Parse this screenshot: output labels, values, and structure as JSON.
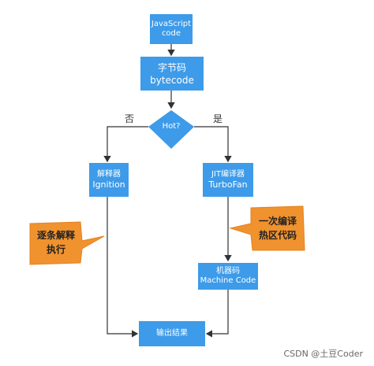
{
  "nodes": {
    "javascript": {
      "line1": "JavaScript",
      "line2": "code"
    },
    "bytecode": {
      "line1": "字节码",
      "line2": "bytecode"
    },
    "hot": {
      "label": "Hot?"
    },
    "interpreter": {
      "line1": "解释器",
      "line2": "Ignition"
    },
    "jit": {
      "line1": "JIT编译器",
      "line2": "TurboFan"
    },
    "machine_code": {
      "line1": "机器码",
      "line2": "Machine Code"
    },
    "output": {
      "label": "输出结果"
    }
  },
  "edge_labels": {
    "no": "否",
    "yes": "是"
  },
  "notes": {
    "interpret": {
      "line1": "逐条解释",
      "line2": "执行"
    },
    "compile": {
      "line1": "一次编译",
      "line2": "热区代码"
    }
  },
  "watermark": "CSDN @土豆Coder",
  "colors": {
    "node": "#3d9be9",
    "note": "#f0922e",
    "line": "#333333"
  }
}
